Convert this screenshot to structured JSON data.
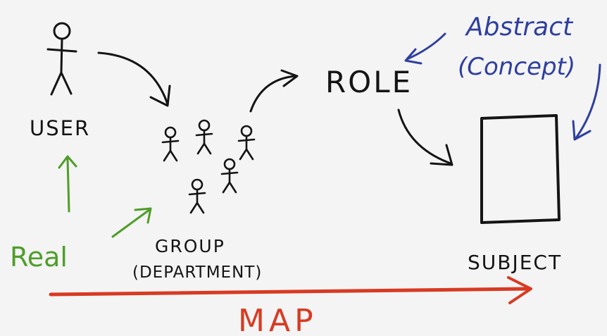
{
  "labels": {
    "user": "USER",
    "group": "GROUP",
    "group_sub": "(DEPARTMENT)",
    "role": "ROLE",
    "abstract": "Abstract",
    "abstract_sub": "(Concept)",
    "subject": "SUBJECT",
    "real": "Real",
    "map": "MAP"
  },
  "colors": {
    "ink": "#141414",
    "real_green": "#4f9d2a",
    "abstract_blue": "#2f3f9e",
    "map_red": "#d83a22",
    "board": "#f4f4f4"
  }
}
